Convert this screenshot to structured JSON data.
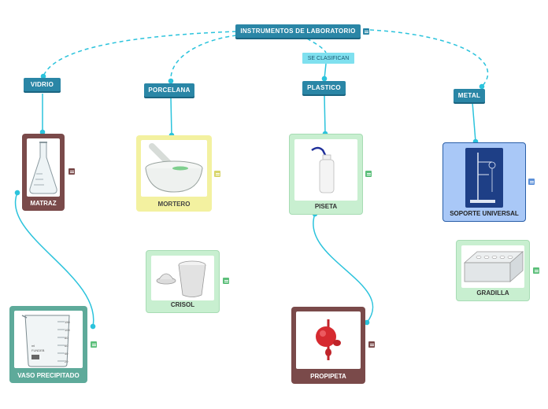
{
  "title": "INSTRUMENTOS DE LABORATORIO",
  "connector": "SE CLASIFICAN",
  "categories": {
    "vidrio": "VIDRIO",
    "porcelana": "PORCELANA",
    "plastico": "PLASTICO",
    "metal": "METAL"
  },
  "items": {
    "matraz": "MATRAZ",
    "mortero": "MORTERO",
    "crisol": "CRISOL",
    "vaso": "VASO PRECIPITADO",
    "piseta": "PISETA",
    "propipeta": "PROPIPETA",
    "soporte": "SOPORTE UNIVERSAL",
    "gradilla": "GRADILLA"
  },
  "beaker_marks": [
    "150",
    "100",
    "80",
    "60",
    "40",
    "20"
  ],
  "beaker_text": [
    "ml",
    "FUNDEB"
  ],
  "colors": {
    "accent": "#2a86a6",
    "link": "#2bc3dc",
    "brown": "#7a4a4a",
    "yellow": "#f3f1a0",
    "green": "#c8efd0",
    "teal": "#5eaa9a",
    "blue": "#a9c8f7"
  }
}
